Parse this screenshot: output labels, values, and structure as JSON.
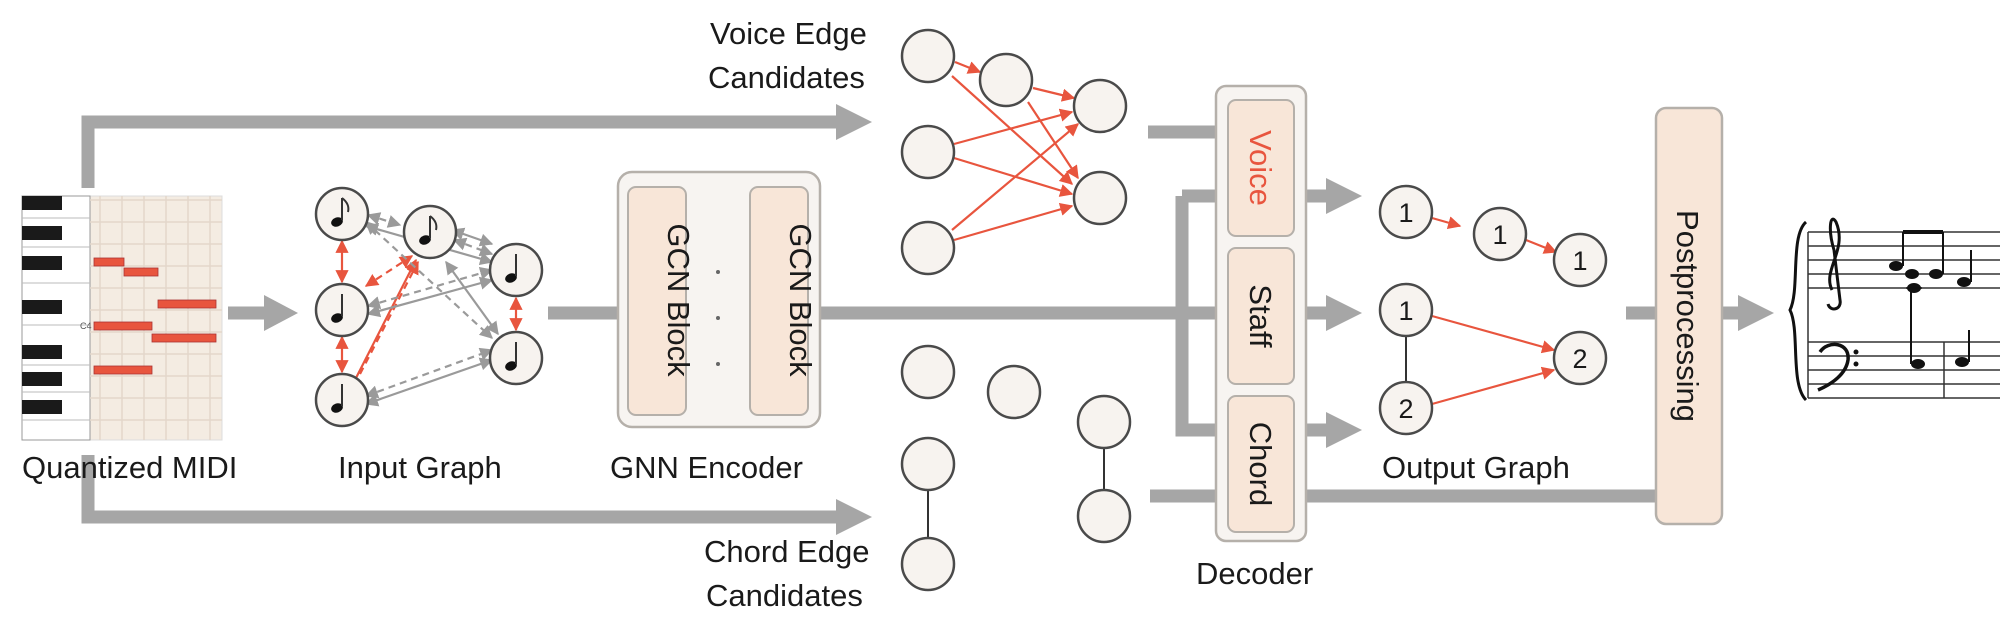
{
  "labels": {
    "quantized_midi": "Quantized MIDI",
    "input_graph": "Input Graph",
    "gnn_encoder": "GNN Encoder",
    "voice_edge_line1": "Voice Edge",
    "voice_edge_line2": "Candidates",
    "chord_edge_line1": "Chord Edge",
    "chord_edge_line2": "Candidates",
    "decoder": "Decoder",
    "output_graph": "Output Graph",
    "postprocessing": "Postprocessing"
  },
  "encoder": {
    "block1": "GCN Block",
    "block2": "GCN Block",
    "ellipsis": "·  ·  ·"
  },
  "decoder_heads": {
    "voice": "Voice",
    "staff": "Staff",
    "chord": "Chord"
  },
  "midi": {
    "c4_label": "C4"
  },
  "output_graph_nodes": {
    "voice1": "1",
    "voice2": "1",
    "voice3": "1",
    "staff1": "1",
    "staff2": "2",
    "merged": "2"
  },
  "colors": {
    "accent_red": "#e8553e",
    "arrow_grey": "#a6a6a6",
    "block_fill": "#f8e6d8",
    "node_fill": "#f7f3ef"
  }
}
